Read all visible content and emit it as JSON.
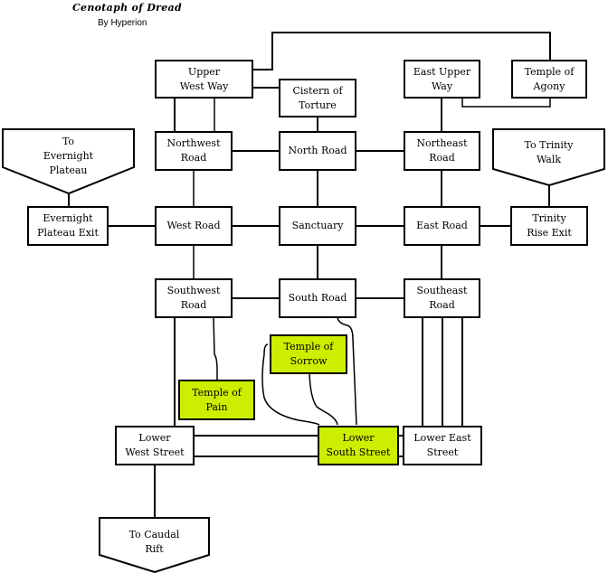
{
  "header": {
    "title": "Cenotaph of Dread",
    "subtitle": "By Hyperion"
  },
  "colors": {
    "highlight": "#ccee00",
    "box_fill": "#ffffff",
    "line": "#000000"
  },
  "rooms": {
    "upper_west_way": "Upper\nWest Way",
    "cistern_of_torture": "Cistern of\nTorture",
    "east_upper_way": "East Upper\nWay",
    "temple_of_agony": "Temple of\nAgony",
    "northwest_road": "Northwest\nRoad",
    "north_road": "North Road",
    "northeast_road": "Northeast\nRoad",
    "evernight_plateau_exit": "Evernight\nPlateau Exit",
    "west_road": "West Road",
    "sanctuary": "Sanctuary",
    "east_road": "East Road",
    "trinity_rise_exit": "Trinity\nRise Exit",
    "southwest_road": "Southwest\nRoad",
    "south_road": "South Road",
    "southeast_road": "Southeast\nRoad",
    "temple_of_sorrow": "Temple of\nSorrow",
    "temple_of_pain": "Temple of\nPain",
    "lower_west_street": "Lower\nWest Street",
    "lower_south_street": "Lower\nSouth Street",
    "lower_east_street": "Lower East\nStreet"
  },
  "exits": {
    "to_evernight_plateau": "To\nEvernight\nPlateau",
    "to_trinity_walk": "To Trinity\nWalk",
    "to_caudal_rift": "To Caudal\nRift"
  },
  "highlighted_rooms": [
    "temple_of_sorrow",
    "temple_of_pain",
    "lower_south_street"
  ]
}
